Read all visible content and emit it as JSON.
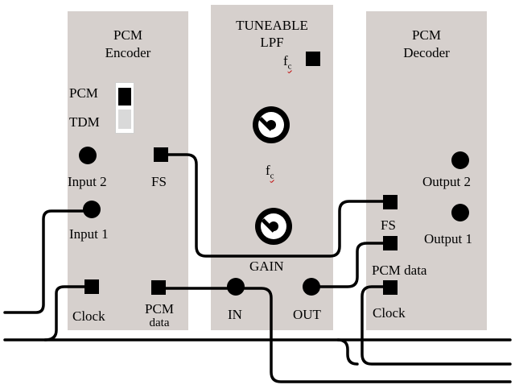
{
  "encoder": {
    "title_line1": "PCM",
    "title_line2": "Encoder",
    "mode_pcm": "PCM",
    "mode_tdm": "TDM",
    "input2": "Input 2",
    "input1": "Input 1",
    "fs": "FS",
    "clock": "Clock",
    "pcm_data_line1": "PCM",
    "pcm_data_line2": "data"
  },
  "filter": {
    "title_line1": "TUNEABLE",
    "title_line2": "LPF",
    "fc_letter": "f",
    "fc_sub": "c",
    "knob_fc_letter": "f",
    "knob_fc_sub": "c",
    "gain": "GAIN",
    "in": "IN",
    "out": "OUT"
  },
  "decoder": {
    "title_line1": "PCM",
    "title_line2": "Decoder",
    "output2": "Output 2",
    "output1": "Output 1",
    "fs": "FS",
    "pcm_data": "PCM data",
    "clock": "Clock"
  },
  "colors": {
    "panel": "#d6d0cd",
    "wire": "#000000",
    "spell_underline": "#c00000"
  }
}
